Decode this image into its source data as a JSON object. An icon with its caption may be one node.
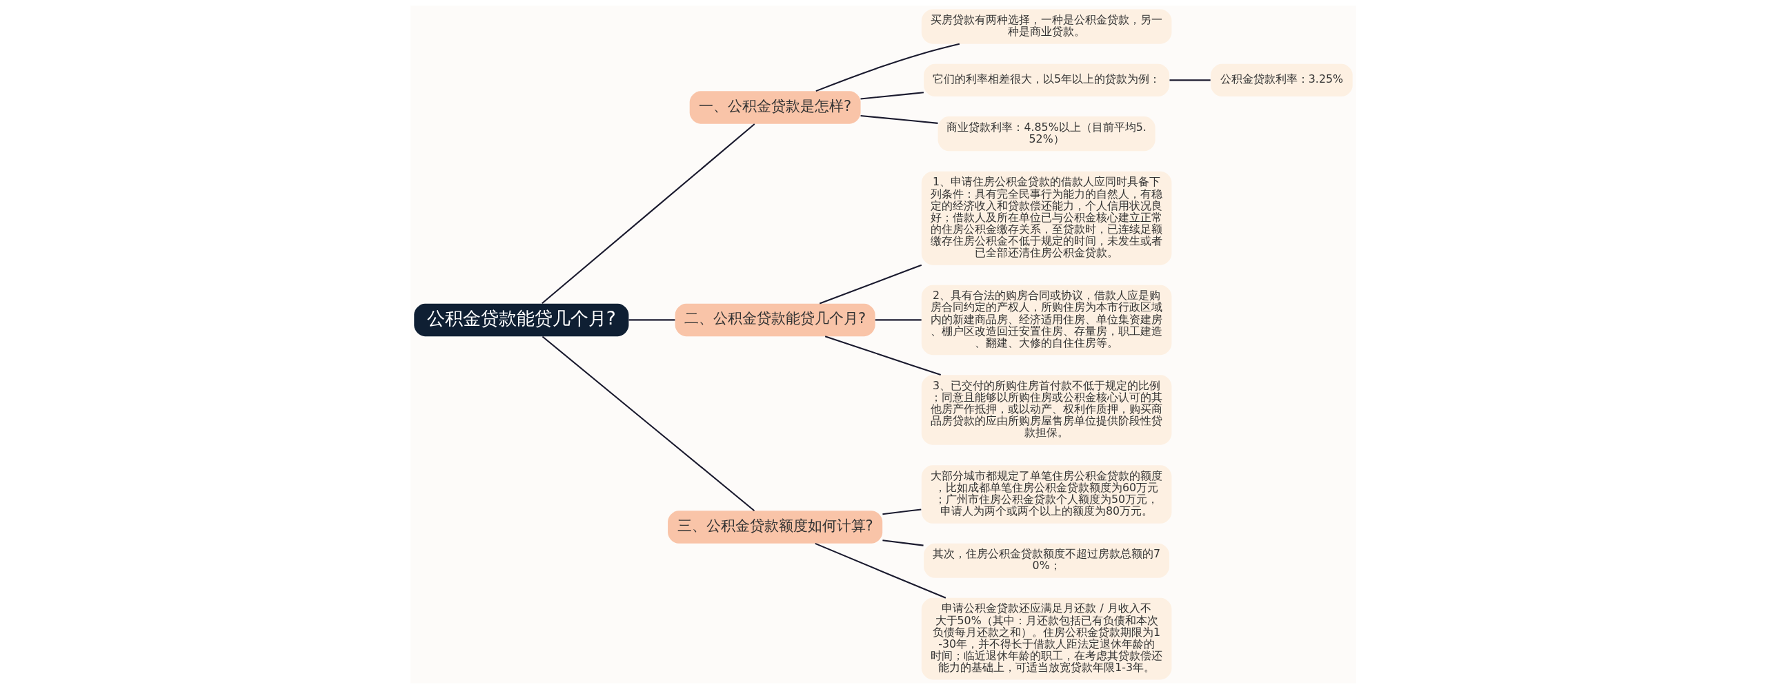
{
  "diagram": {
    "nodes": [
      {
        "text": [
          "公积金贷款能贷几个月?"
        ]
      },
      {
        "text": [
          "一、公积金贷款是怎样?"
        ]
      },
      {
        "text": [
          "买房贷款有两种选择，一种是公积金贷款，另一种是商业贷款。"
        ]
      },
      {
        "text": [
          "它们的利率相差很大，以5年以上的贷款为例："
        ]
      },
      {
        "text": [
          "公积金贷款利率：3.25%"
        ]
      },
      {
        "text": [
          "商业贷款利率：4.85%以上（目前平均5.52%）"
        ]
      },
      {
        "text": [
          "二、公积金贷款能贷几个月?"
        ]
      },
      {
        "text": [
          "1、申请住房公积金贷款的借款人应同时具备下列条件：具有完全民事行为能力的自然人，有稳定的经济收入和贷款偿还能力，个人信用状况良好；借款人及所在单位已与公积金核心建立正常的住房公积金缴存关系，至贷款时，已连续足额缴存住房公积金不低于规定的时间，未发生或者已全部还清住房公积金贷款。"
        ]
      },
      {
        "text": [
          "2、具有合法的购房合同或协议，借款人应是购房合同约定的产权人，所购住房为本市行政区域内的新建商品房、经济适用住房、单位集资建房、棚户区改造回迁安置住房、存量房，职工建造、翻建、大修的自住住房等。"
        ]
      },
      {
        "text": [
          "3、已交付的所购住房首付款不低于规定的比例；同意且能够以所购住房或公积金核心认可的其他房产作抵押，或以动产、权利作质押，购买商品房贷款的应由所购房屋售房单位提供阶段性贷款担保。"
        ]
      },
      {
        "text": [
          "三、公积金贷款额度如何计算?"
        ]
      },
      {
        "text": [
          "大部分城市都规定了单笔住房公积金贷款的额度，比如成都单笔住房公积金贷款额度为60万元；广州市住房公积金贷款个人额度为50万元，申请人为两个或两个以上的额度为80万元。"
        ]
      },
      {
        "text": [
          "其次，住房公积金贷款额度不超过房款总额的70%；"
        ]
      },
      {
        "text": [
          "申请公积金贷款还应满足月还款 / 月收入不大于50%（其中：月还款包括已有负债和本次负债每月还款之和）。住房公积金贷款期限为1-30年，并不得长于借款人距法定退休年龄的时间；临近退休年龄的职工，在考虑其贷款偿还能力的基础上，可适当放宽贷款年限1-3年。"
        ]
      }
    ],
    "edges": [
      {
        "from": 0,
        "to": 1,
        "arrow": "none"
      },
      {
        "from": 1,
        "to": 2,
        "arrow": "none"
      },
      {
        "from": 1,
        "to": 3,
        "arrow": "none"
      },
      {
        "from": 3,
        "to": 4,
        "arrow": "none"
      },
      {
        "from": 1,
        "to": 5,
        "arrow": "none"
      },
      {
        "from": 0,
        "to": 6,
        "arrow": "none"
      },
      {
        "from": 6,
        "to": 7,
        "arrow": "none"
      },
      {
        "from": 6,
        "to": 8,
        "arrow": "none"
      },
      {
        "from": 6,
        "to": 9,
        "arrow": "none"
      },
      {
        "from": 0,
        "to": 10,
        "arrow": "none"
      },
      {
        "from": 10,
        "to": 11,
        "arrow": "none"
      },
      {
        "from": 10,
        "to": 12,
        "arrow": "none"
      },
      {
        "from": 10,
        "to": 13,
        "arrow": "none"
      }
    ]
  }
}
